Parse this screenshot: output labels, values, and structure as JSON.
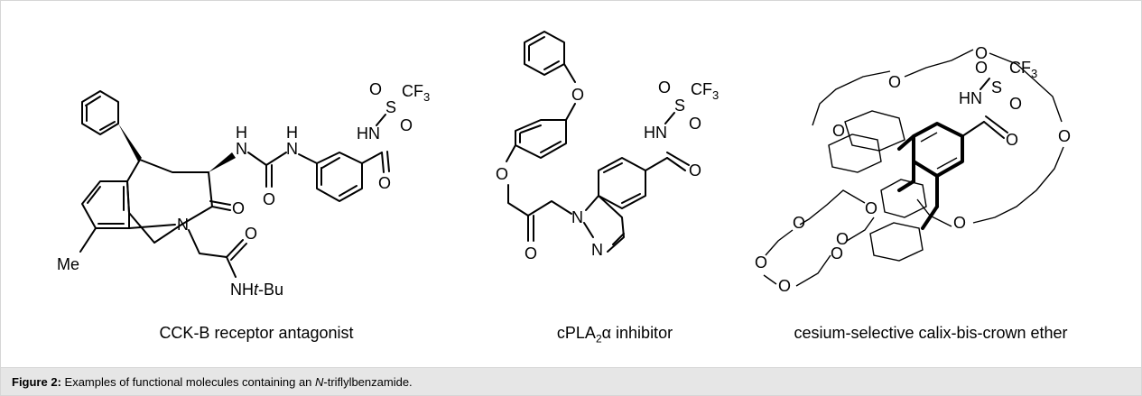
{
  "figure": {
    "caption_label": "Figure 2:",
    "caption_pre": " Examples of functional molecules containing an ",
    "caption_italic": "N",
    "caption_post": "-triflylbenzamide."
  },
  "molecules": [
    {
      "name": "CCK-B receptor antagonist",
      "atoms": {
        "o1": "O",
        "s": "S",
        "cf3": "CF",
        "cf3_sub": "3",
        "o2": "O",
        "hn": "HN",
        "o3": "O",
        "h1": "H",
        "n1": "N",
        "h2": "H",
        "n2": "N",
        "o4": "O",
        "o5": "O",
        "n3": "N",
        "o6": "O",
        "nh": "NH",
        "tbu": "t",
        "bu": "-Bu",
        "me": "Me"
      }
    },
    {
      "name_pre": "cPLA",
      "name_sub": "2",
      "name_post": "α inhibitor",
      "atoms": {
        "o1": "O",
        "s": "S",
        "cf3": "CF",
        "cf3_sub": "3",
        "o2": "O",
        "hn": "HN",
        "o3": "O",
        "o4": "O",
        "o5": "O",
        "o6": "O",
        "n1": "N",
        "n2": "N"
      }
    },
    {
      "name": "cesium-selective calix-bis-crown ether",
      "atoms": {
        "o1": "O",
        "s": "S",
        "cf3": "CF",
        "cf3_sub": "3",
        "o2": "O",
        "hn": "HN",
        "o3": "O",
        "oa": "O",
        "ob": "O",
        "oc": "O",
        "od": "O",
        "oe": "O",
        "of": "O",
        "og": "O",
        "oh": "O",
        "oi": "O",
        "oj": "O",
        "ok": "O"
      }
    }
  ]
}
